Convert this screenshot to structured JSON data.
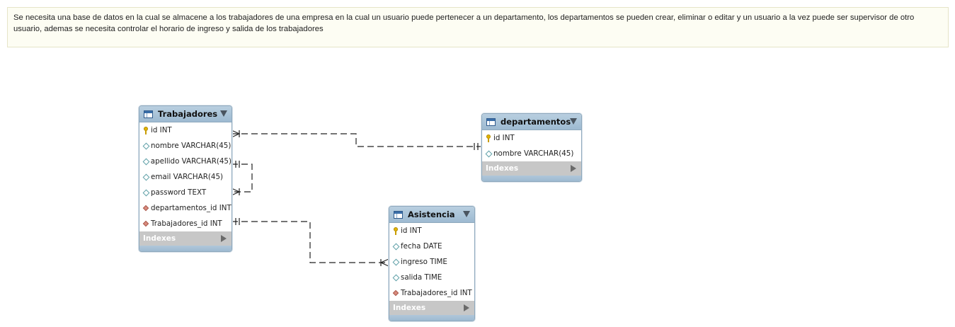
{
  "note": {
    "text": "Se necesita una base de datos en la cual se almacene a los trabajadores de una empresa en la cual un usuario puede pertenecer a un departamento, los departamentos se pueden crear, eliminar o editar y un usuario a la vez puede ser supervisor de otro usuario, ademas se necesita controlar el horario de ingreso y salida de los trabajadores"
  },
  "colors": {
    "header_blue": "#9dbad1",
    "indexes_gray": "#c7c7c7",
    "note_background": "#fdfdf3"
  },
  "entities": {
    "trabajadores": {
      "title": "Trabajadores",
      "columns": [
        {
          "name": "id INT",
          "kind": "primary-key"
        },
        {
          "name": "nombre VARCHAR(45)",
          "kind": "attribute"
        },
        {
          "name": "apellido VARCHAR(45)",
          "kind": "attribute"
        },
        {
          "name": "email VARCHAR(45)",
          "kind": "attribute"
        },
        {
          "name": "password TEXT",
          "kind": "attribute"
        },
        {
          "name": "departamentos_id INT",
          "kind": "foreign-key"
        },
        {
          "name": "Trabajadores_id INT",
          "kind": "foreign-key"
        }
      ],
      "indexes_label": "Indexes"
    },
    "departamentos": {
      "title": "departamentos",
      "columns": [
        {
          "name": "id INT",
          "kind": "primary-key"
        },
        {
          "name": "nombre VARCHAR(45)",
          "kind": "attribute"
        }
      ],
      "indexes_label": "Indexes"
    },
    "asistencia": {
      "title": "Asistencia",
      "columns": [
        {
          "name": "id INT",
          "kind": "primary-key"
        },
        {
          "name": "fecha DATE",
          "kind": "attribute"
        },
        {
          "name": "ingreso TIME",
          "kind": "attribute"
        },
        {
          "name": "salida TIME",
          "kind": "attribute"
        },
        {
          "name": "Trabajadores_id INT",
          "kind": "foreign-key"
        }
      ],
      "indexes_label": "Indexes"
    }
  },
  "relationships": [
    {
      "from": "Trabajadores",
      "to": "departamentos",
      "cardinality": "many-to-one"
    },
    {
      "from": "Trabajadores",
      "to": "Trabajadores",
      "cardinality": "one-to-many"
    },
    {
      "from": "Trabajadores",
      "to": "Asistencia",
      "cardinality": "one-to-many"
    }
  ]
}
